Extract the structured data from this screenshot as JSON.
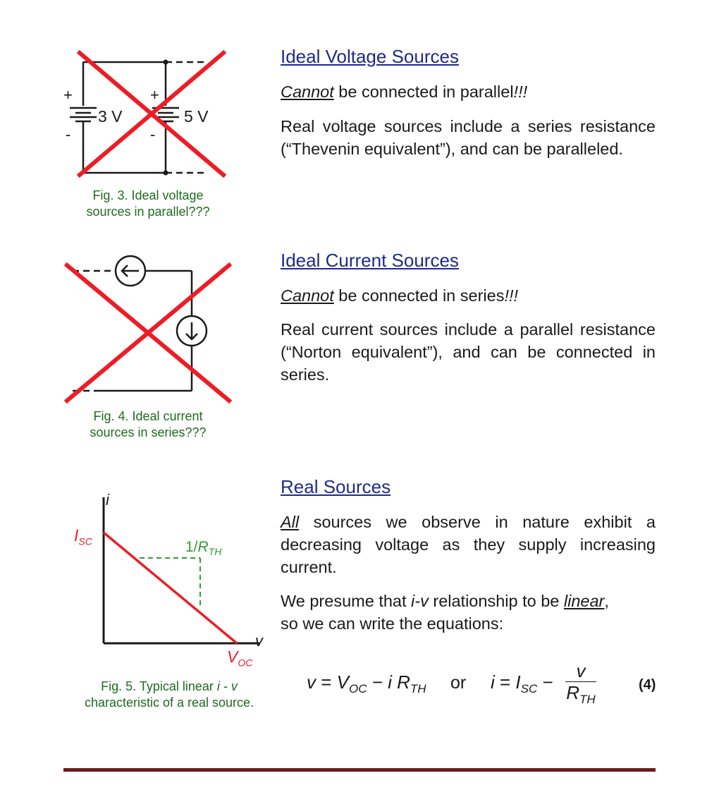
{
  "sections": {
    "voltage": {
      "heading": "Ideal Voltage Sources",
      "line1_em": "Cannot",
      "line1_rest": " be connected in parallel",
      "line1_exc": "!!!",
      "para": "Real voltage sources include a series resistance (“Thevenin equivalent”), and can be paralleled.",
      "fig_caption_1": "Fig. 3.  Ideal voltage",
      "fig_caption_2": "sources in parallel???",
      "source_a": "3 V",
      "source_b": "5 V",
      "plus": "+",
      "minus": "-"
    },
    "current": {
      "heading": "Ideal Current Sources",
      "line1_em": "Cannot",
      "line1_rest": " be connected in series",
      "line1_exc": "!!!",
      "para": "Real current sources include a parallel resistance (“Norton equivalent”), and can be connected in series.",
      "fig_caption_1": "Fig. 4.  Ideal current",
      "fig_caption_2": "sources in series???"
    },
    "real": {
      "heading": "Real Sources",
      "p1_em": "All",
      "p1_rest": " sources we observe in nature exhibit a decreasing voltage as they supply increasing current.",
      "p2_a": "We presume that ",
      "p2_iv": "i-v",
      "p2_b": " relationship to be ",
      "p2_lin": "linear",
      "p2_c": ",",
      "p2_d": "so we can write the equations:",
      "fig_caption_1a": "Fig. 5.  Typical linear ",
      "fig_caption_1b": "i - v",
      "fig_caption_2": "characteristic of a real source.",
      "axis_i": "i",
      "axis_v": "v",
      "isc_main": "I",
      "isc_sub": "SC",
      "voc_main": "V",
      "voc_sub": "OC",
      "slope_a": "1/",
      "slope_r": "R",
      "slope_sub": "TH"
    }
  },
  "equation": {
    "lhs_v": "v",
    "eq": " = ",
    "voc": "V",
    "voc_sub": "OC",
    "minus_i": " − i ",
    "r": "R",
    "r_sub": "TH",
    "or": "or",
    "i": "i",
    "isc": "I",
    "isc_sub": "SC",
    "minus": " − ",
    "frac_num": "v",
    "frac_den": "R",
    "frac_den_sub": "TH",
    "number": "(4)"
  },
  "chart_data": {
    "type": "line",
    "title": "",
    "xlabel": "v",
    "ylabel": "i",
    "x": [
      "0",
      "V_OC"
    ],
    "y": [
      "I_SC",
      "0"
    ],
    "annotations": [
      "1/R_TH"
    ]
  },
  "colors": {
    "heading": "#1f2a8c",
    "caption": "#1e6b1e",
    "cross": "#ee1c25",
    "rule": "#6b1a1a",
    "dashed_green": "#2e9e2e"
  }
}
